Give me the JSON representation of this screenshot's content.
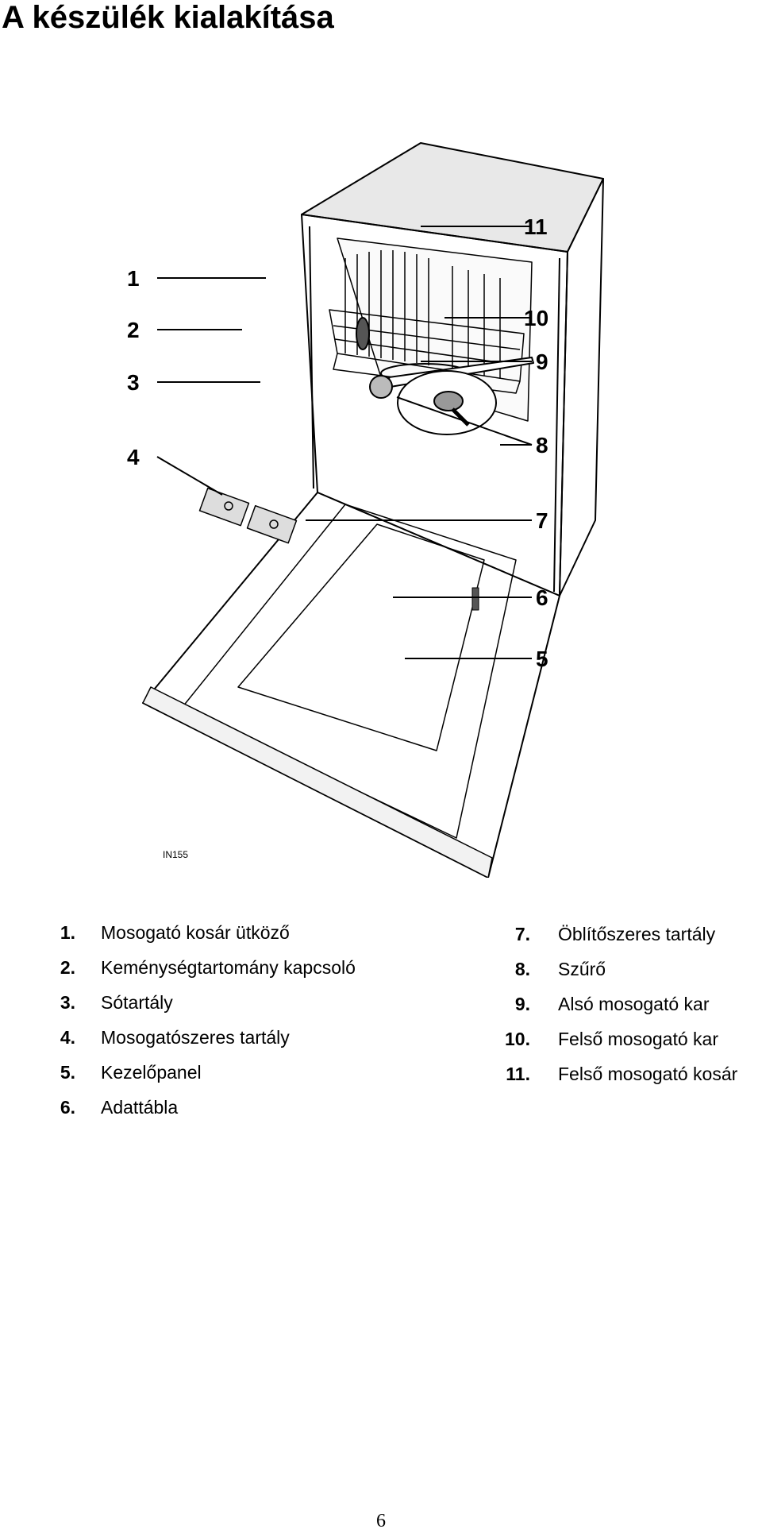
{
  "title": "A készülék kialakítása",
  "figure": {
    "image_code": "IN155",
    "callouts": [
      "1",
      "2",
      "3",
      "4",
      "5",
      "6",
      "7",
      "8",
      "9",
      "10",
      "11"
    ]
  },
  "legend_left": [
    {
      "num": "1.",
      "label": "Mosogató kosár ütköző"
    },
    {
      "num": "2.",
      "label": "Keménységtartomány kapcsoló"
    },
    {
      "num": "3.",
      "label": "Sótartály"
    },
    {
      "num": "4.",
      "label": "Mosogatószeres tartály"
    },
    {
      "num": "5.",
      "label": "Kezelőpanel"
    },
    {
      "num": "6.",
      "label": "Adattábla"
    }
  ],
  "legend_right": [
    {
      "num": "7.",
      "label": "Öblítőszeres tartály"
    },
    {
      "num": "8.",
      "label": "Szűrő"
    },
    {
      "num": "9.",
      "label": "Alsó mosogató kar"
    },
    {
      "num": "10.",
      "label": "Felső mosogató kar"
    },
    {
      "num": "11.",
      "label": "Felső mosogató kosár"
    }
  ],
  "page_number": "6"
}
